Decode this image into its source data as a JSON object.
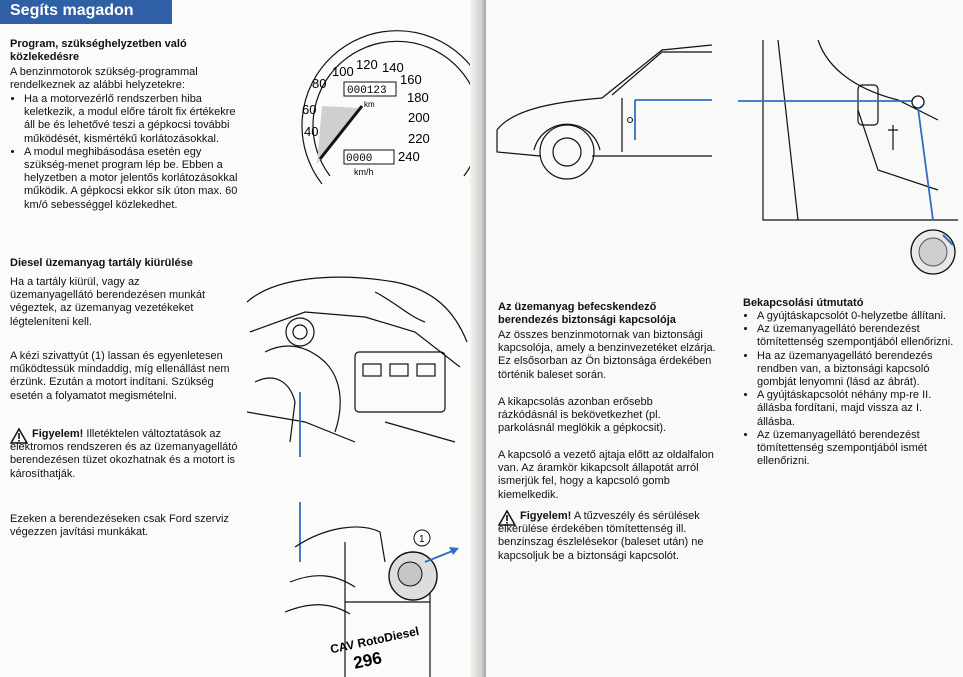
{
  "header": {
    "title": "Segíts magadon"
  },
  "left": {
    "section1_heading": "Program, szükséghelyzetben való közlekedésre",
    "section1_intro": "A benzinmotorok szükség-programmal rendelkeznek az alábbi helyzetekre:",
    "section1_bullets": [
      "Ha a motorvezérlő rendszerben hiba keletkezik, a modul előre tárolt fix értékekre áll be és lehetővé teszi a gépkocsi további működését, kismértékű korlátozásokkal.",
      "A modul meghibásodása esetén egy szükség-menet program lép be. Ebben a helyzetben a motor jelentős korlátozásokkal működik. A gépkocsi ekkor sík úton max. 60 km/ó sebességgel közlekedhet."
    ],
    "section2_heading": "Diesel üzemanyag tartály kiürülése",
    "section2_p1": "Ha a tartály kiürül, vagy az üzemanyagellátó berendezésen munkát végeztek, az üzemanyag vezetékeket légteleníteni kell.",
    "section2_p2": "A kézi szivattyút (1) lassan és egyenletesen működtessük mindaddig, míg ellenállást nem érzünk. Ezután a motort indítani. Szükség esetén a folyamatot megismételni.",
    "warning_label": "Figyelem!",
    "warning_text": "Illetéktelen változtatások az elektromos rendszeren és az üzemanyagellátó berendezésen tüzet okozhatnak és a motort is károsíthatják.",
    "section2_p3": "Ezeken a berendezéseken csak Ford szerviz végezzen javítási munkákat."
  },
  "speedometer": {
    "ticks": [
      "40",
      "60",
      "80",
      "100",
      "120",
      "140",
      "160",
      "180",
      "200",
      "220",
      "240"
    ],
    "odometer": "000123",
    "trip": "0000",
    "unit_km": "km",
    "unit_kmh": "km/h"
  },
  "filter_illustration": {
    "callout": "1",
    "brand": "CAV RotoDiesel",
    "model": "296"
  },
  "right": {
    "col1_heading": "Az üzemanyag befecskendező berendezés biztonsági kapcsolója",
    "col1_p1": "Az összes benzinmotornak van biztonsági kapcsolója, amely a benzinvezetéket elzárja. Ez elsősorban az Ön biztonsága érdekében történik baleset során.",
    "col1_p2": "A kikapcsolás azonban erősebb rázkódásnál is bekövetkezhet (pl. parkolásnál meglökik a gépkocsit).",
    "col1_p3": "A kapcsoló a vezető ajtaja előtt az oldalfalon van. Az áramkör kikapcsolt állapotát arról ismerjük fel, hogy a kapcsoló gomb kiemelkedik.",
    "warning_label": "Figyelem!",
    "warning_text": "A tűzveszély és sérülések elkerülése érdekében tömítettenség ill. benzinszag észlelésekor (baleset után) ne kapcsoljuk be a biztonsági kapcsolót.",
    "col2_heading": "Bekapcsolási útmutató",
    "col2_bullets": [
      "A gyújtáskapcsolót 0-helyzetbe állítani.",
      "Az üzemanyagellátó berendezést tömítettenség szempontjából ellenőrizni.",
      "Ha az üzemanyagellátó berendezés rendben van, a biztonsági kapcsoló gombját lenyomni (lásd az ábrát).",
      "A gyújtáskapcsolót néhány mp-re II. állásba fordítani, majd vissza az I. állásba.",
      "Az üzemanyagellátó berendezést tömítettenség szempontjából ismét ellenőrizni."
    ]
  },
  "colors": {
    "header_blue": "#2f5fa5",
    "accent_blue": "#2e6fc4"
  }
}
